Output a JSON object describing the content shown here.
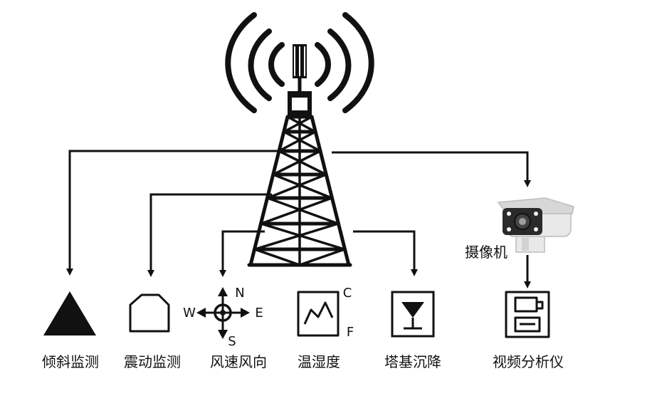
{
  "colors": {
    "ink": "#111111",
    "camera_body": "#e9e9e9",
    "camera_visor": "#d7d7d7",
    "camera_lens": "#2a2a2a",
    "led": "#f4f4f4",
    "background": "#ffffff"
  },
  "icons": {
    "tower": "signal-tower-icon",
    "tilt": "tilt-triangle-icon",
    "vibration": "vibration-house-icon",
    "wind": "compass-crosshair-icon",
    "temperature": "temperature-chart-icon",
    "settlement": "settlement-goblet-icon",
    "camera": "surveillance-camera-icon",
    "video": "video-analyzer-icon"
  },
  "nodes": {
    "camera": {
      "label": "摄像机"
    },
    "tilt": {
      "label": "倾斜监测"
    },
    "vibration": {
      "label": "震动监测"
    },
    "wind": {
      "label": "风速风向",
      "north": "N",
      "south": "S",
      "east": "E",
      "west": "W"
    },
    "temperature": {
      "label": "温湿度",
      "celsius": "C",
      "fahrenheit": "F"
    },
    "settlement": {
      "label": "塔基沉降"
    },
    "video": {
      "label": "视频分析仪"
    }
  }
}
